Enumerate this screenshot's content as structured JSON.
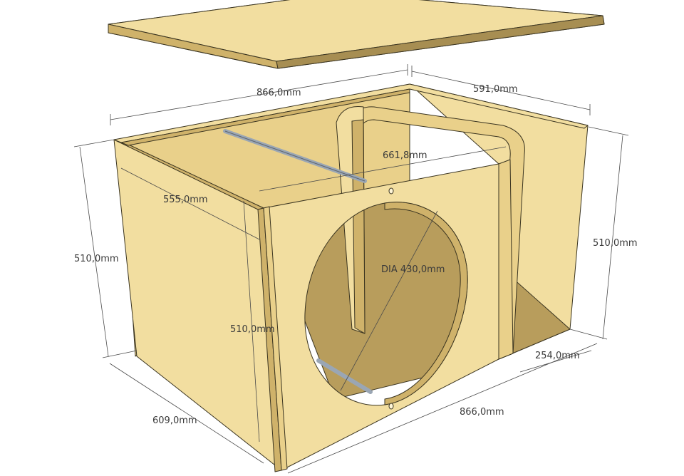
{
  "dimensions": {
    "top_length": "866,0mm",
    "top_depth": "591,0mm",
    "left_height": "510,0mm",
    "right_height": "510,0mm",
    "inner_depth": "555,0mm",
    "inner_height": "510,0mm",
    "inner_width": "661,8mm",
    "port_width": "254,0mm",
    "bottom_depth": "609,0mm",
    "bottom_length": "866,0mm",
    "driver_cutout": "DIA 430,0mm"
  },
  "colors": {
    "wood_light": "#f2dea0",
    "wood_mid": "#e9d08a",
    "wood_dark": "#cfb26a",
    "wood_shadow": "#a78e52",
    "interior_floor": "#b89d5c",
    "rod": "#9aa6b4",
    "dim_line": "#4a4a4a"
  }
}
